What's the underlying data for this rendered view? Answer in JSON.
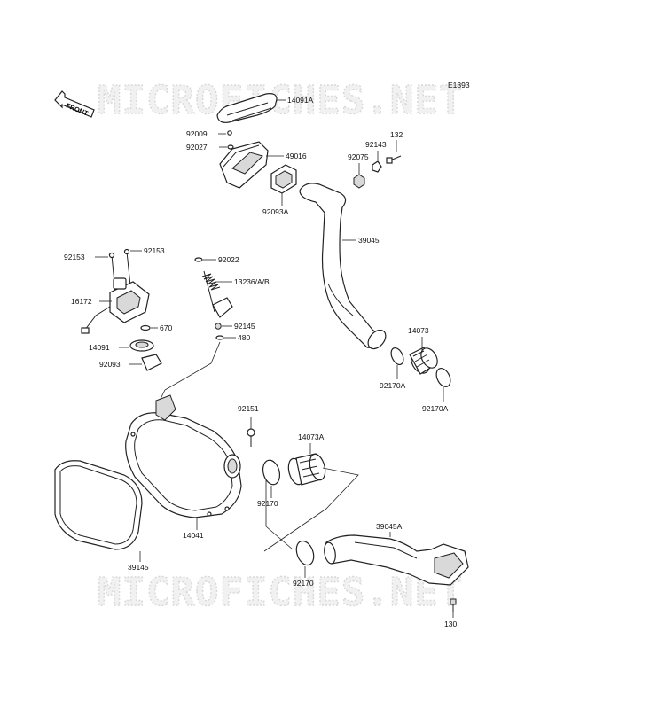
{
  "diagram_code": "E1393",
  "direction_marker": "FRONT",
  "watermark_text": "MICROFICHES.NET",
  "part_labels": {
    "p14091A": "14091A",
    "p92009": "92009",
    "p92027": "92027",
    "p49016": "49016",
    "p92093A": "92093A",
    "p92143": "92143",
    "p132": "132",
    "p92075": "92075",
    "p39045": "39045",
    "p92153_left": "92153",
    "p92153_right": "92153",
    "p16172": "16172",
    "p92022": "92022",
    "p13236": "13236/A/B",
    "p670": "670",
    "p14091": "14091",
    "p92145": "92145",
    "p480": "480",
    "p92093": "92093",
    "p14073": "14073",
    "p92170A_left": "92170A",
    "p92170A_right": "92170A",
    "p92151": "92151",
    "p14073A": "14073A",
    "p92170_mid": "92170",
    "p14041": "14041",
    "p39145": "39145",
    "p39045A": "39045A",
    "p92170_low": "92170",
    "p130": "130"
  }
}
